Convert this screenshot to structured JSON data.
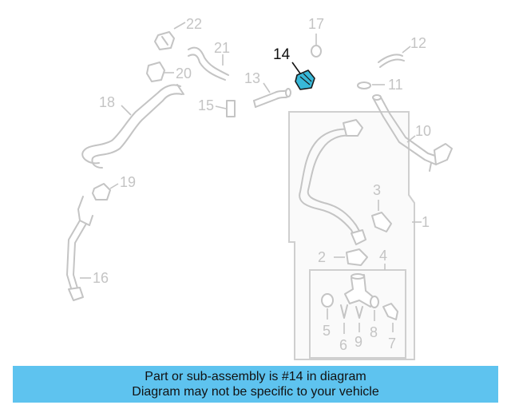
{
  "callouts": {
    "c1": "1",
    "c2": "2",
    "c3": "3",
    "c4": "4",
    "c5": "5",
    "c6": "6",
    "c7": "7",
    "c8": "8",
    "c9": "9",
    "c10": "10",
    "c11": "11",
    "c12": "12",
    "c13": "13",
    "c14": "14",
    "c15": "15",
    "c16": "16",
    "c17": "17",
    "c18": "18",
    "c19": "19",
    "c20": "20",
    "c21": "21",
    "c22": "22"
  },
  "highlighted_part": "14",
  "colors": {
    "highlight": "#38b8d8",
    "caption_bg": "#5ec3ef",
    "outline": "#c4c4c4"
  },
  "caption": {
    "line1": "Part or sub-assembly is #14 in diagram",
    "line2": "Diagram may not be specific to your vehicle"
  }
}
